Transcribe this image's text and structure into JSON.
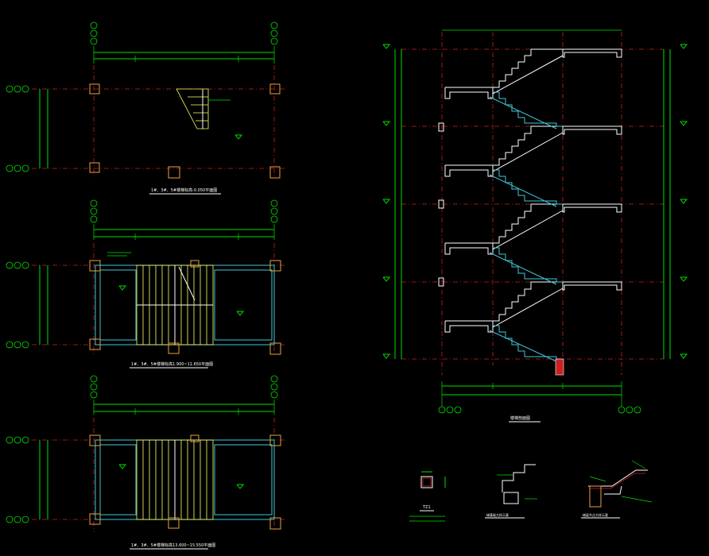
{
  "drawing": {
    "plan_titles": [
      "1#、3#、5#楼梯标高-0.050平面图",
      "1#、3#、5#楼梯标高1.900~11.650平面图",
      "1#、3#、5#楼梯标高13.600~15.550平面图"
    ],
    "section_title": "楼梯剖面图",
    "detail_labels": [
      "TZ1",
      "梯基础大样示意",
      "梯梁节点大样示意"
    ],
    "colors": {
      "background": "#000000",
      "dimension": "#00e000",
      "axis": "#cc2020",
      "stair": "#3fc8d8",
      "outline": "#ffffff",
      "hatch": "#ffff66",
      "column": "#e8a040"
    }
  }
}
